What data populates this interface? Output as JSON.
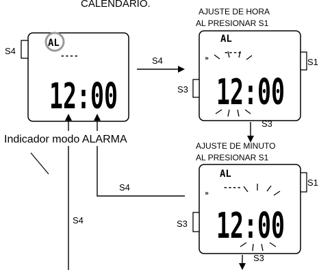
{
  "top_caption": "CALENDARIO.",
  "indicator_label": "Indicador modo ALARMA",
  "button_labels": {
    "s4": "S4",
    "s3": "S3",
    "s1": "S1"
  },
  "watches": [
    {
      "mode_text": "AL",
      "time": "12:00",
      "dashes": "----"
    },
    {
      "heading_line1": "AJUSTE DE HORA",
      "heading_line2": "AL PRESIONAR S1",
      "mode_text": "AL",
      "time": "12:00",
      "dashes": "----",
      "small_icon": "»"
    },
    {
      "heading_line1": "AJUSTE DE MINUTO",
      "heading_line2": "AL PRESIONAR S1",
      "mode_text": "AL",
      "time": "12:00",
      "dashes": "----",
      "small_icon": "»"
    }
  ]
}
